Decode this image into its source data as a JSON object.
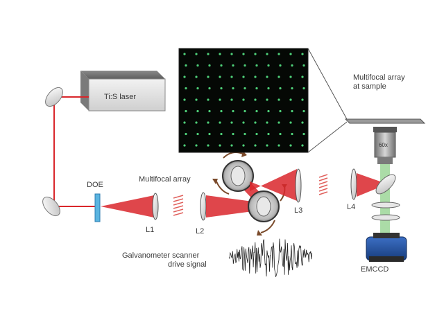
{
  "labels": {
    "laser": "Ti:S laser",
    "doe": "DOE",
    "multifocal_array": "Multifocal array",
    "l1": "L1",
    "l2": "L2",
    "l3": "L3",
    "l4": "L4",
    "multifocal_sample_line1": "Multifocal array",
    "multifocal_sample_line2": "at sample",
    "objective": "60x",
    "emccd": "EMCCD",
    "galvo_line1": "Galvanometer scanner",
    "galvo_line2": "drive signal"
  },
  "colors": {
    "beam": "#d9262b",
    "fluorescence": "#8fd08a",
    "dot": "#4fd27a",
    "doe": "#5ab4e0",
    "camera": "#1d4fa0"
  },
  "icons": {
    "mirror": "mirror-icon",
    "lens": "lens-icon",
    "galvo": "galvo-mirror-icon",
    "laser": "laser-box-icon",
    "camera": "emccd-camera-icon"
  }
}
